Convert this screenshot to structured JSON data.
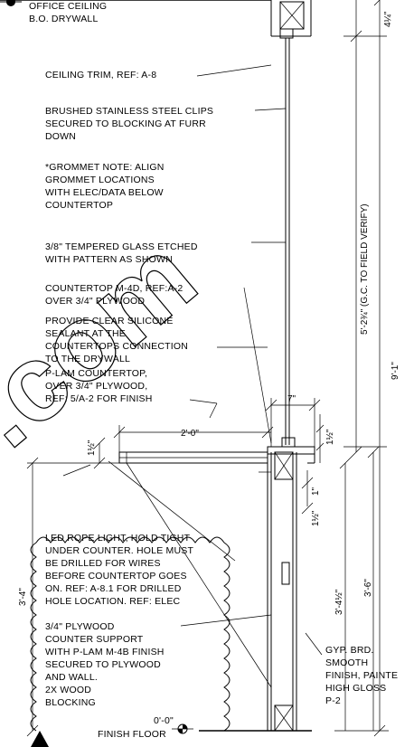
{
  "labels": {
    "office_ceiling": [
      "OFFICE CEILING",
      "B.O. DRYWALL"
    ],
    "ceiling_trim": [
      "CEILING TRIM, REF: A-8"
    ],
    "clips": [
      "BRUSHED STAINLESS STEEL CLIPS",
      "SECURED TO BLOCKING AT FURR",
      "DOWN"
    ],
    "grommet": [
      "*GROMMET NOTE: ALIGN",
      "GROMMET LOCATIONS",
      "WITH ELEC/DATA BELOW",
      "COUNTERTOP"
    ],
    "glass": [
      "3/8\" TEMPERED GLASS ETCHED",
      "WITH PATTERN AS SHOWN"
    ],
    "countertop": [
      "COUNTERTOP M-4D, REF:A-2",
      "OVER 3/4\" PLYWOOD"
    ],
    "sealant": [
      "PROVIDE CLEAR SILICONE",
      "SEALANT AT THE",
      "COUNTERTOPS CONNECTION",
      "TO THE DRYWALL"
    ],
    "plam": [
      "P-LAM COUNTERTOP,",
      "OVER 3/4\" PLYWOOD,",
      "REF: 5/A-2 FOR FINISH"
    ],
    "led": [
      "LED ROPE LIGHT, HOLD TIGHT",
      "UNDER COUNTER. HOLE MUST",
      "BE DRILLED FOR WIRES",
      "BEFORE COUNTERTOP GOES",
      "ON.  REF: A-8.1 FOR DRILLED",
      "HOLE LOCATION.  REF: ELEC"
    ],
    "plywood_support": [
      "3/4\" PLYWOOD",
      "COUNTER SUPPORT",
      "WITH P-LAM M-4B FINISH",
      "SECURED TO PLYWOOD",
      "AND WALL.",
      "2X WOOD",
      "BLOCKING"
    ],
    "gyp": [
      "GYP. BRD.",
      "SMOOTH",
      "FINISH, PAINTE",
      "HIGH GLOSS",
      "P-2"
    ],
    "finish_floor": [
      "0'-0\"",
      "FINISH FLOOR"
    ]
  },
  "dimensions": {
    "top_right": "4¼\"",
    "field_verify": "5'-2¾\" (G.C. TO FIELD VERIFY)",
    "overall_height": "9'-1\"",
    "counter_width": "2'-0\"",
    "counter_overhang": "7\"",
    "counter_thickness_left": "1½\"",
    "counter_thickness_right": "1½\"",
    "small_gap_a": "1\"",
    "small_gap_b": "1½\"",
    "counter_height_left": "3'-4\"",
    "counter_height_inner": "3'-4½\"",
    "counter_height_outer": "3'-6\""
  },
  "watermark": ".com"
}
